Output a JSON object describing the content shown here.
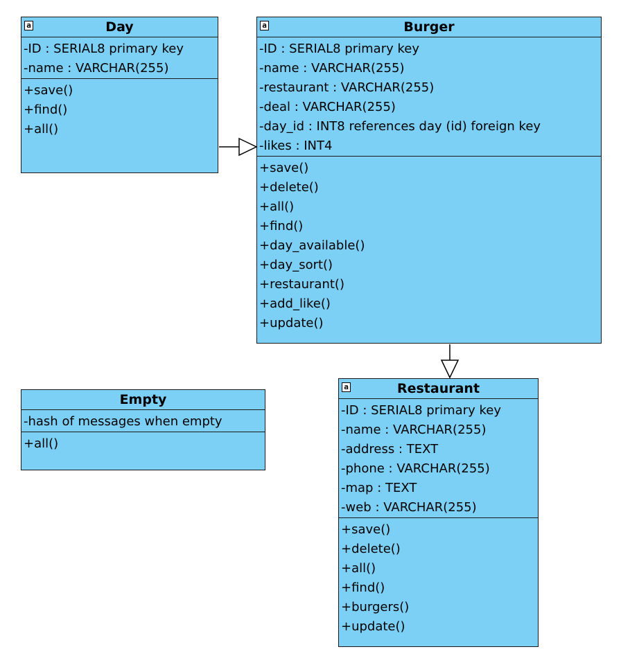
{
  "classes": {
    "day": {
      "name": "Day",
      "icon": "class-a-icon",
      "attributes": [
        "-ID : SERIAL8 primary key",
        "-name : VARCHAR(255)"
      ],
      "methods": [
        "+save()",
        "+find()",
        "+all()"
      ]
    },
    "burger": {
      "name": "Burger",
      "icon": "class-a-icon",
      "attributes": [
        "-ID : SERIAL8 primary key",
        "-name : VARCHAR(255)",
        "-restaurant : VARCHAR(255)",
        "-deal : VARCHAR(255)",
        "-day_id : INT8 references day (id) foreign key",
        "-likes : INT4"
      ],
      "methods": [
        "+save()",
        "+delete()",
        "+all()",
        "+find()",
        "+day_available()",
        "+day_sort()",
        "+restaurant()",
        "+add_like()",
        "+update()"
      ]
    },
    "empty": {
      "name": "Empty",
      "attributes": [
        "-hash of messages when empty"
      ],
      "methods": [
        "+all()"
      ]
    },
    "restaurant": {
      "name": "Restaurant",
      "icon": "class-a-icon",
      "attributes": [
        "-ID : SERIAL8 primary key",
        "-name : VARCHAR(255)",
        "-address : TEXT",
        "-phone : VARCHAR(255)",
        "-map : TEXT",
        "-web : VARCHAR(255)"
      ],
      "methods": [
        "+save()",
        "+delete()",
        "+all()",
        "+find()",
        "+burgers()",
        "+update()"
      ]
    }
  },
  "colors": {
    "class_fill": "#7ccff5",
    "border": "#1a1a1a",
    "background": "#ffffff"
  }
}
